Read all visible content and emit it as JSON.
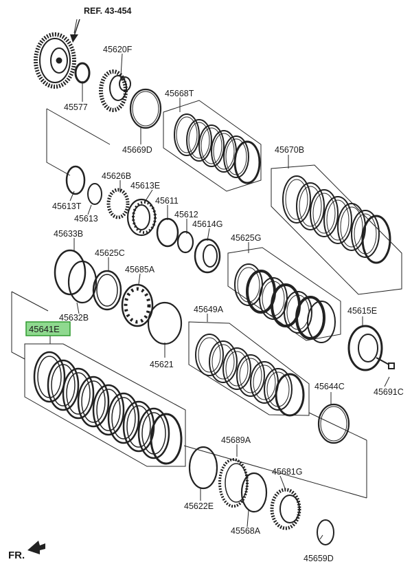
{
  "reference": "REF. 43-454",
  "orientation_label": "FR.",
  "highlight_color": "#8fd98f",
  "highlighted_part": "45641E",
  "parts": [
    "45620F",
    "45577",
    "45669D",
    "45668T",
    "45670B",
    "45626B",
    "45613E",
    "45613T",
    "45613",
    "45611",
    "45612",
    "45614G",
    "45633B",
    "45625C",
    "45685A",
    "45625G",
    "45632B",
    "45641E",
    "45649A",
    "45615E",
    "45621",
    "45691C",
    "45644C",
    "45689A",
    "45681G",
    "45622E",
    "45568A",
    "45659D"
  ]
}
